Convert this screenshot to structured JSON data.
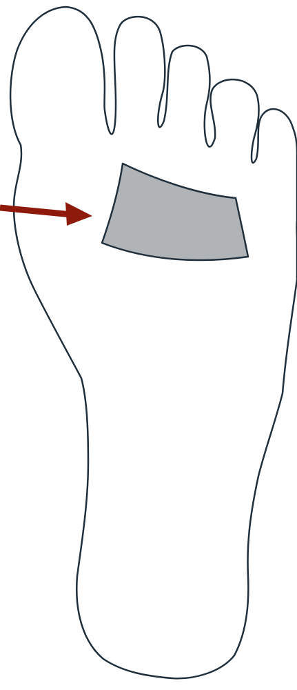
{
  "diagram": {
    "subject": "sole-of-foot",
    "highlighted_region": "ball-of-foot",
    "indicator": "arrow-pointing-right",
    "colors": {
      "background": "#ffffff",
      "outline": "#1f2f3c",
      "highlight_fill": "#b1b4b6",
      "arrow": "#8e1a0b"
    }
  }
}
